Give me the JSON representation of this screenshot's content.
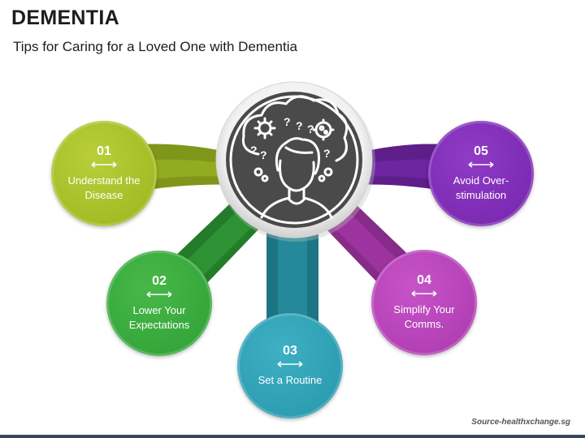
{
  "header": {
    "title": "DEMENTIA",
    "subtitle": "Tips for Caring for a Loved One with Dementia"
  },
  "center": {
    "icon": "dementia-head-icon"
  },
  "tips": [
    {
      "number": "01",
      "label": "Understand the Disease",
      "color": "#a4bd24"
    },
    {
      "number": "02",
      "label": "Lower Your Expectations",
      "color": "#36a83c"
    },
    {
      "number": "03",
      "label": "Set a Routine",
      "color": "#2d9db0"
    },
    {
      "number": "04",
      "label": "Simplify Your Comms.",
      "color": "#b53fb7"
    },
    {
      "number": "05",
      "label": "Avoid Over-stimulation",
      "color": "#7c2bb3"
    }
  ],
  "footer": {
    "source": "Source-healthxchange.sg"
  }
}
